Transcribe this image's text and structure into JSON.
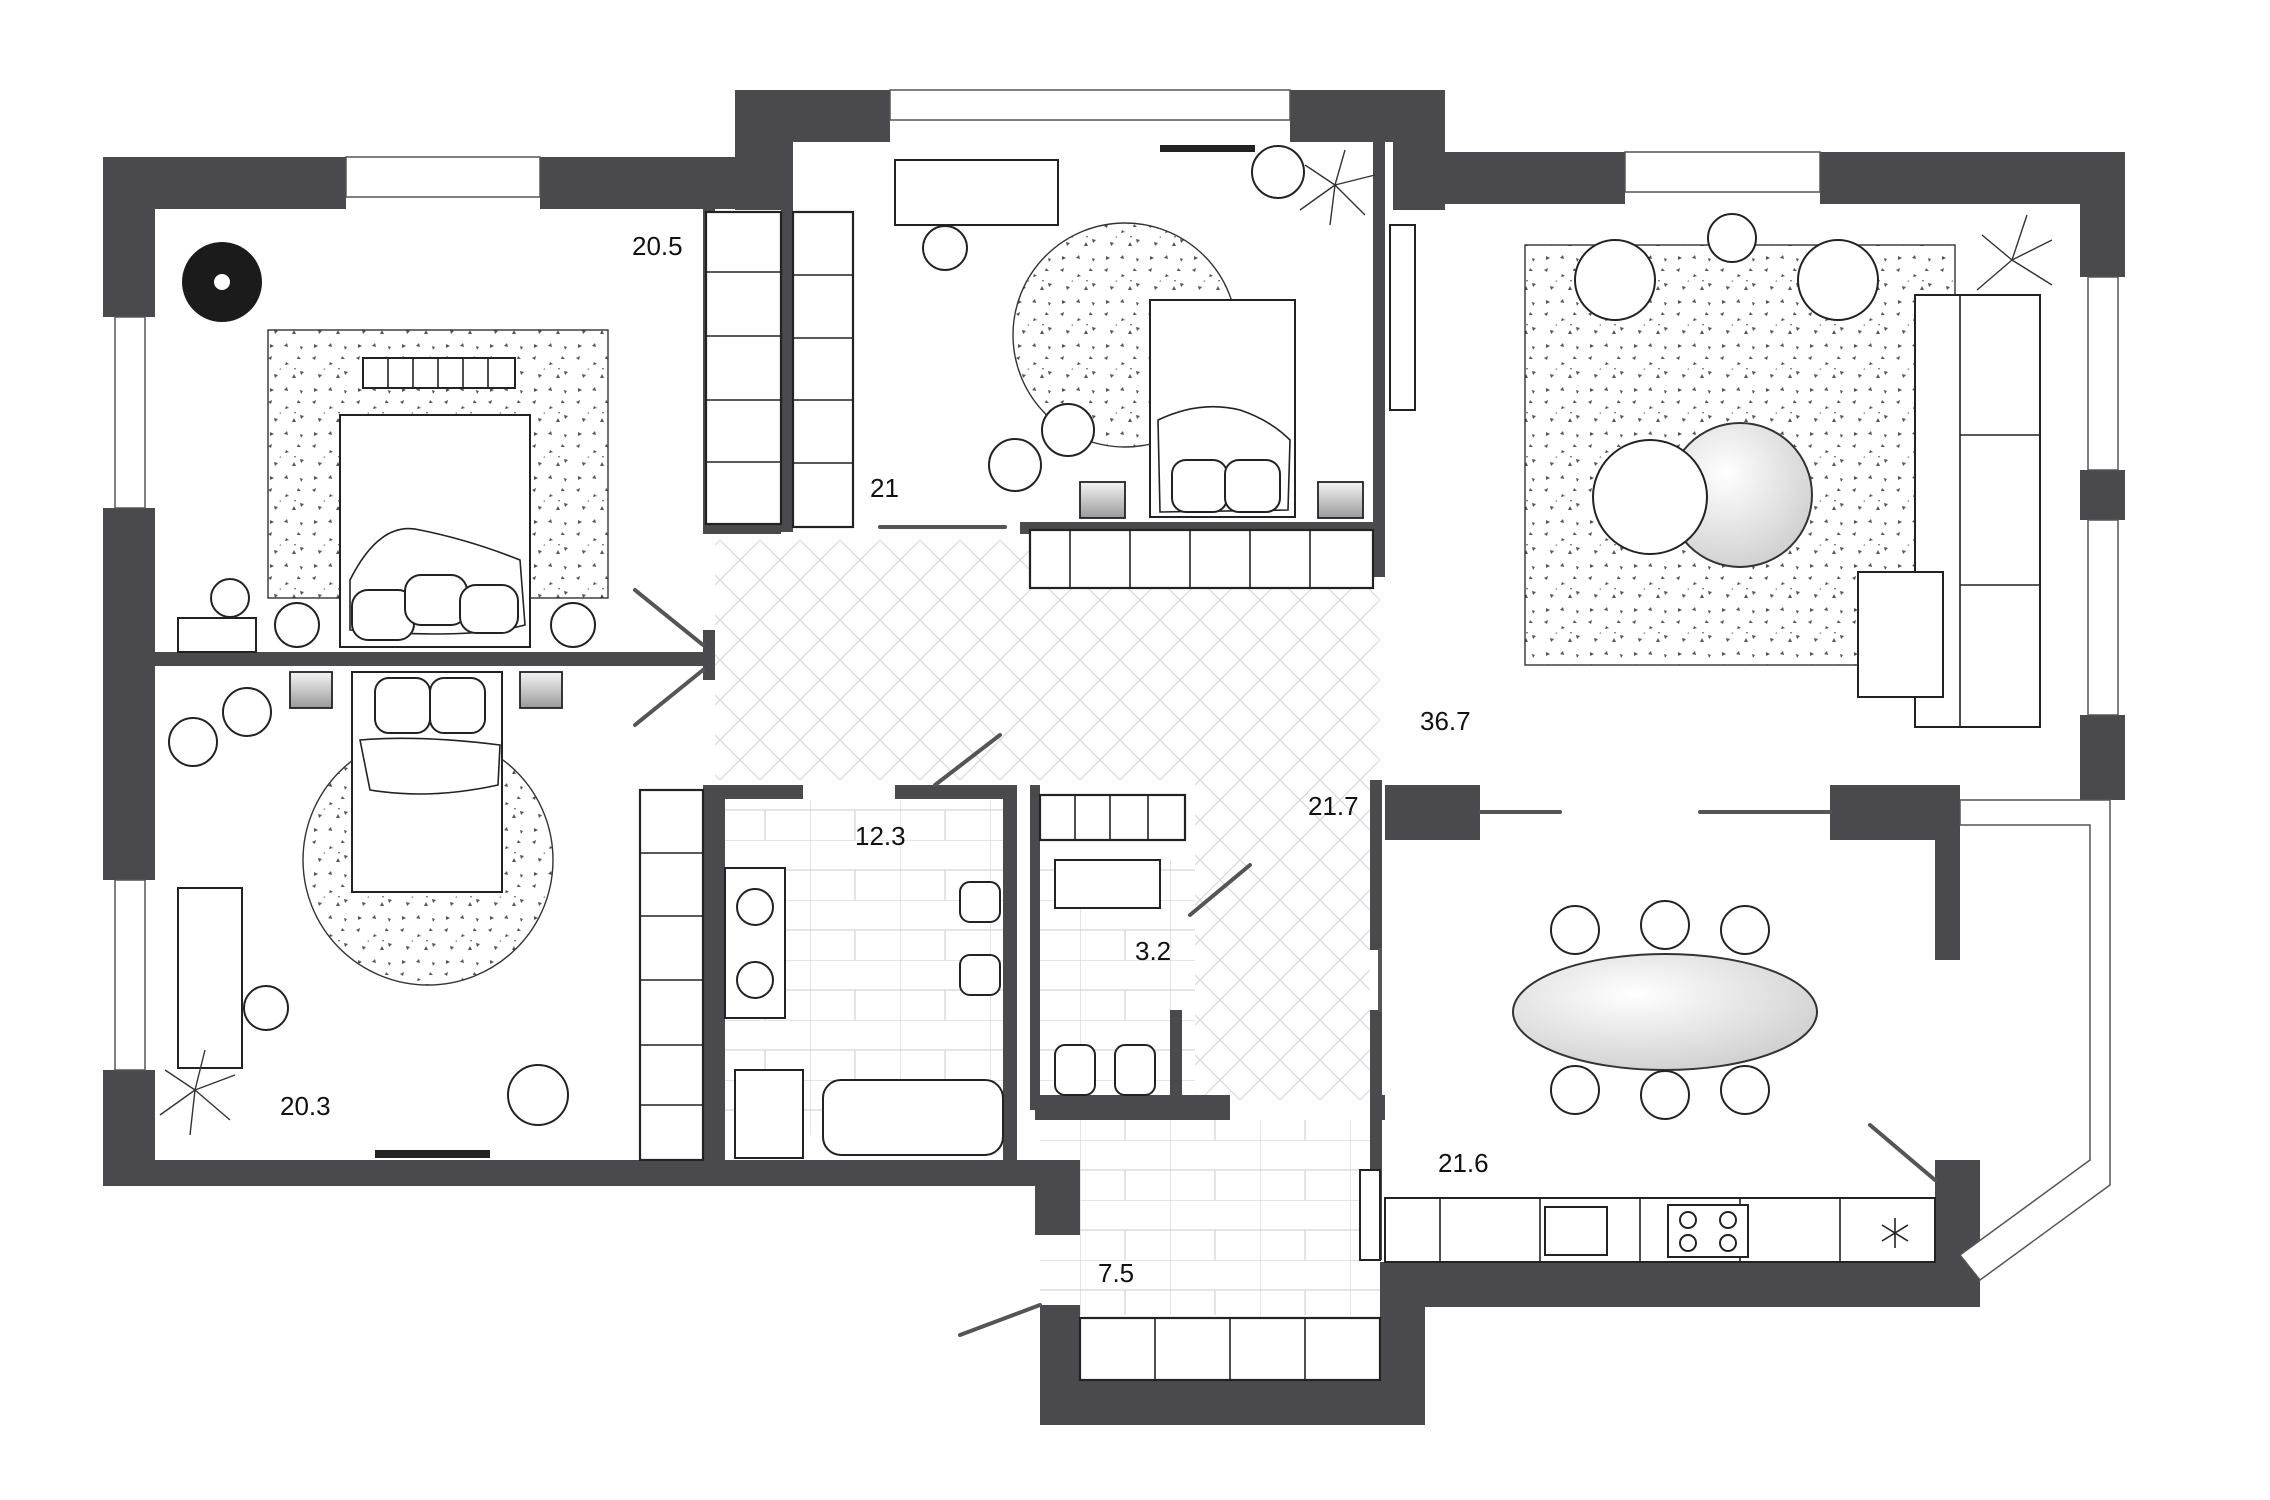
{
  "plan": {
    "rooms": [
      {
        "id": "bedroom-top-left",
        "area": "20.5"
      },
      {
        "id": "bedroom-bottom-left",
        "area": "20.3"
      },
      {
        "id": "bedroom-top-center",
        "area": "21"
      },
      {
        "id": "bathroom-large",
        "area": "12.3"
      },
      {
        "id": "bathroom-small",
        "area": "3.2"
      },
      {
        "id": "hallway",
        "area": "21.7"
      },
      {
        "id": "living-room",
        "area": "36.7"
      },
      {
        "id": "kitchen-dining",
        "area": "21.6"
      },
      {
        "id": "entrance",
        "area": "7.5"
      }
    ],
    "colors": {
      "wall": "#4a4a4c",
      "background": "#ffffff",
      "line": "#222222"
    }
  }
}
